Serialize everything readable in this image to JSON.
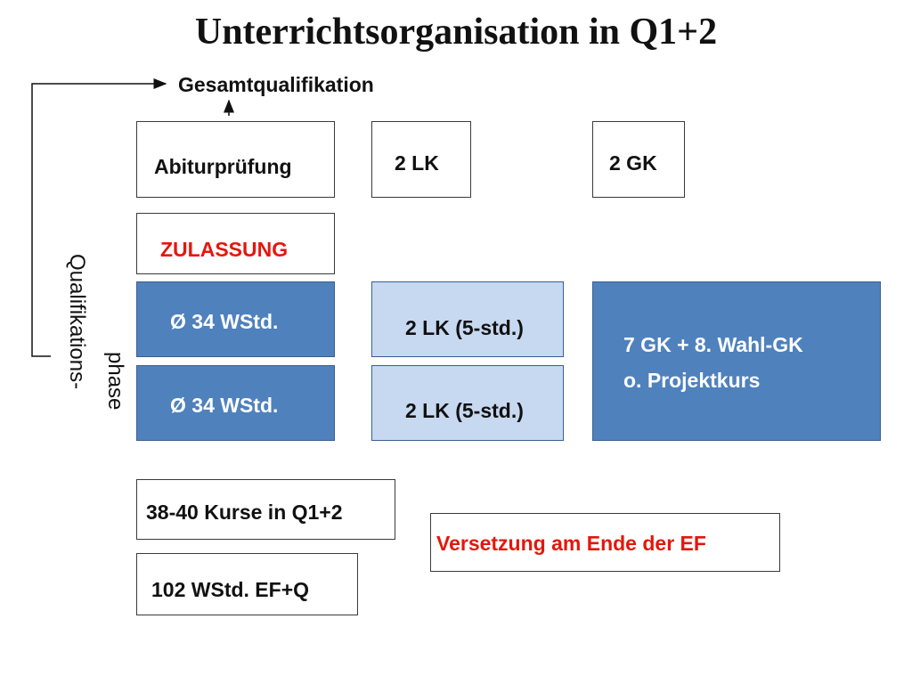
{
  "title": "Unterrichtsorganisation in Q1+2",
  "top_label": "Gesamtqualifikation",
  "side_label": {
    "line1": "Qualifikations-",
    "line2": "phase"
  },
  "boxes": {
    "abiturpruefung": "Abiturprüfung",
    "lk_top": "2 LK",
    "gk_top": "2 GK",
    "zulassung": "ZULASSUNG",
    "wstd_1": "Ø 34 WStd.",
    "wstd_2": "Ø 34 WStd.",
    "lk_5std_1": "2 LK  (5-std.)",
    "lk_5std_2": "2 LK  (5-std.)",
    "gk_wahl_line1": "7 GK + 8. Wahl-GK",
    "gk_wahl_line2": "o. Projektkurs",
    "kurse": "38-40 Kurse in Q1+2",
    "versetzung": "Versetzung am Ende der EF",
    "wstd_ef_q": "102 WStd. EF+Q"
  },
  "colors": {
    "blue_fill": "#4f81bd",
    "light_blue_fill": "#c6d9f1",
    "red_text": "#e3170d"
  }
}
